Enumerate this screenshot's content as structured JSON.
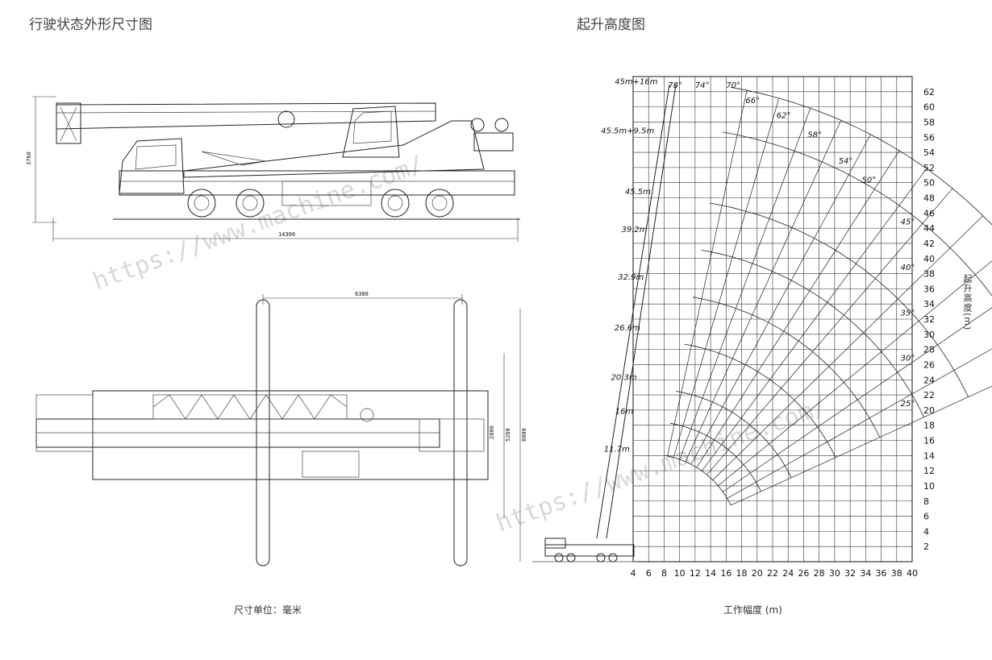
{
  "left_title": "行驶状态外形尺寸图",
  "right_title": "起升高度图",
  "left_caption": "尺寸单位：毫米",
  "right_caption": "工作幅度 (m)",
  "y_axis_label": "起升高度(m)",
  "watermark": "https://www.machine.com/",
  "dimensions": {
    "height": "3760",
    "length": "14300",
    "outrigger_span": "6300",
    "width_a": "2800",
    "width_b": "5260",
    "width_c": "8000"
  },
  "chart_data": {
    "type": "diagram",
    "x_ticks": [
      "4",
      "6",
      "8",
      "10",
      "12",
      "14",
      "16",
      "18",
      "20",
      "22",
      "24",
      "26",
      "28",
      "30",
      "32",
      "34",
      "36",
      "38",
      "40"
    ],
    "y_ticks": [
      "2",
      "4",
      "6",
      "8",
      "10",
      "12",
      "14",
      "16",
      "18",
      "20",
      "22",
      "24",
      "26",
      "28",
      "30",
      "32",
      "34",
      "36",
      "38",
      "40",
      "42",
      "44",
      "46",
      "48",
      "50",
      "52",
      "54",
      "56",
      "58",
      "60",
      "62"
    ],
    "xlim": [
      4,
      40
    ],
    "ylim": [
      0,
      64
    ],
    "boom_lengths": [
      "11.7m",
      "16m",
      "20.3m",
      "26.6m",
      "32.9m",
      "39.2m",
      "45.5m",
      "45.5m+9.5m",
      "45m+16m"
    ],
    "angles": [
      "78°",
      "74°",
      "70°",
      "66°",
      "62°",
      "58°",
      "54°",
      "50°",
      "45°",
      "40°",
      "35°",
      "30°",
      "25°"
    ]
  }
}
